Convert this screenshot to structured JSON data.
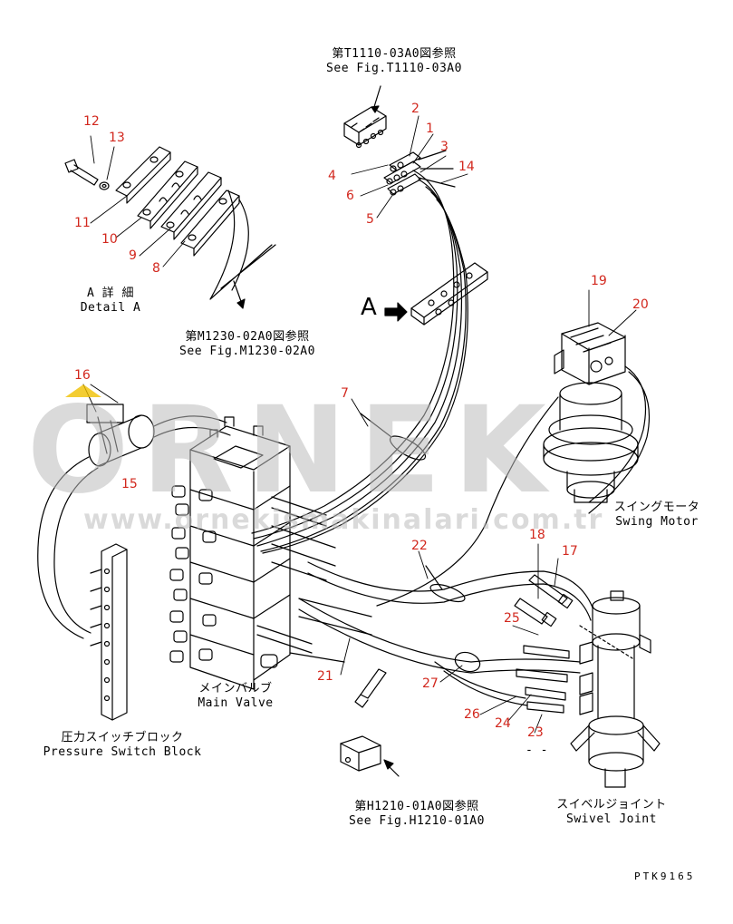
{
  "watermark": {
    "brand": "ORNEK",
    "url": "www.ornekismakinalari.com.tr",
    "accent": "#f0c000"
  },
  "drawing_code": "PTK9165",
  "view_marker": "A",
  "labels": {
    "ref_t1110_jp": "第T1110-03A0図参照",
    "ref_t1110_en": "See Fig.T1110-03A0",
    "ref_m1230_jp": "第M1230-02A0図参照",
    "ref_m1230_en": "See Fig.M1230-02A0",
    "ref_h1210_jp": "第H1210-01A0図参照",
    "ref_h1210_en": "See Fig.H1210-01A0",
    "detail_jp": "A 詳 細",
    "detail_en": "Detail A",
    "swing_motor_jp": "スイングモータ",
    "swing_motor_en": "Swing Motor",
    "main_valve_jp": "メインバルブ",
    "main_valve_en": "Main Valve",
    "psb_jp": "圧力スイッチブロック",
    "psb_en": "Pressure Switch Block",
    "swivel_jp": "スイベルジョイント",
    "swivel_en": "Swivel Joint",
    "dashes": "- -"
  },
  "callouts": {
    "n1": "1",
    "n2": "2",
    "n3": "3",
    "n4": "4",
    "n5": "5",
    "n6": "6",
    "n7": "7",
    "n8": "8",
    "n9": "9",
    "n10": "10",
    "n11": "11",
    "n12": "12",
    "n13": "13",
    "n14": "14",
    "n15": "15",
    "n16": "16",
    "n17": "17",
    "n18": "18",
    "n19": "19",
    "n20": "20",
    "n21": "21",
    "n22": "22",
    "n23": "23",
    "n24": "24",
    "n25": "25",
    "n26": "26",
    "n27": "27"
  }
}
